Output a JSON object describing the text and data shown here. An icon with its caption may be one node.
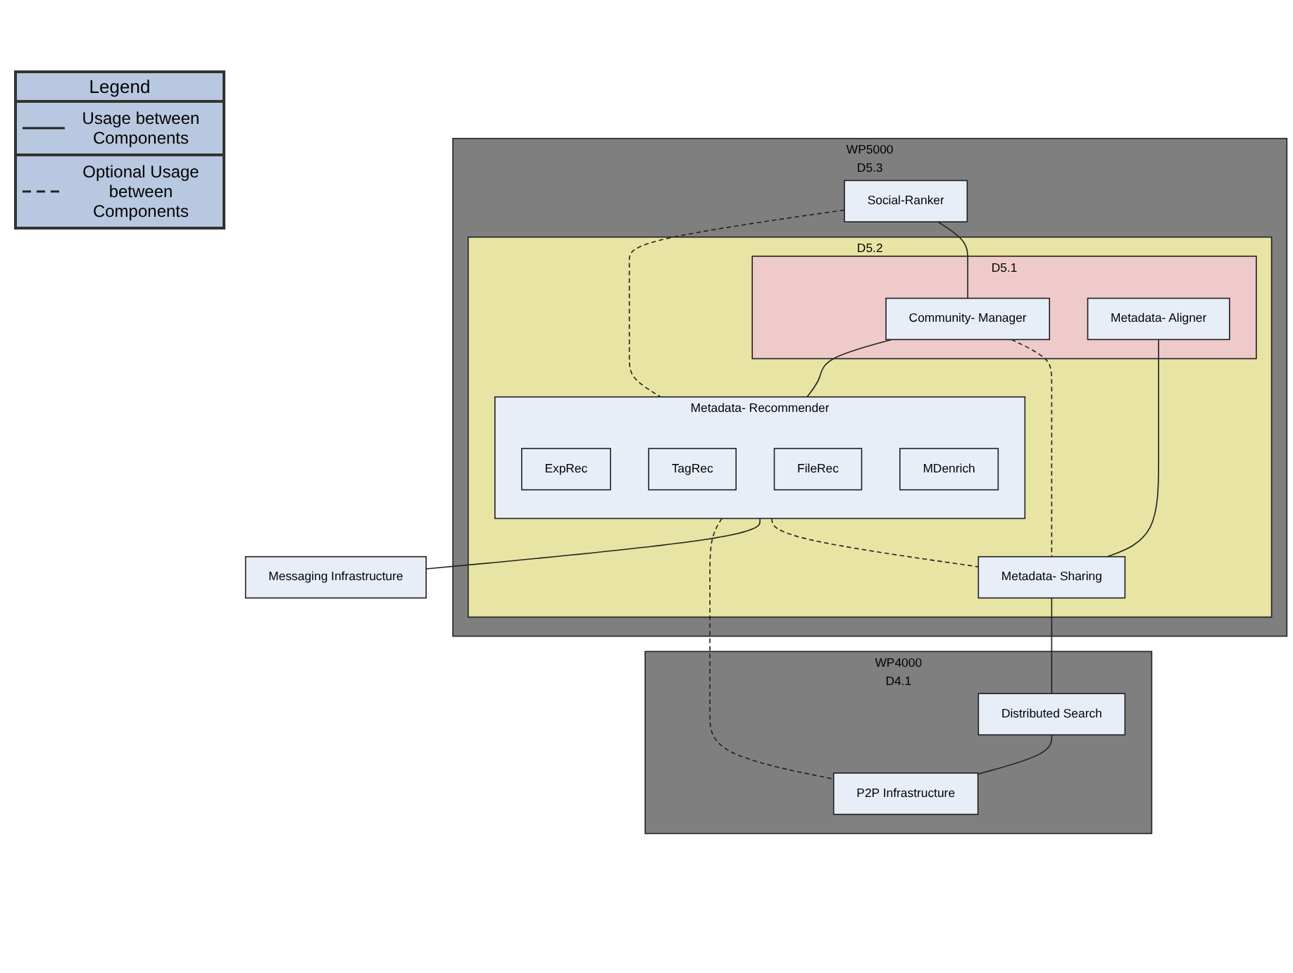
{
  "diagram": {
    "nodes": [
      {
        "text": [
          "WP5000",
          "D5.3"
        ]
      },
      {
        "text": [
          "Social-Ranker"
        ],
        "in": 0
      },
      {
        "text": [
          "D5.2"
        ],
        "in": 0
      },
      {
        "text": [
          "D5.1"
        ],
        "in": 2
      },
      {
        "text": [
          "Community- Manager"
        ],
        "in": 3
      },
      {
        "text": [
          "Metadata- Aligner"
        ],
        "in": 3
      },
      {
        "text": [
          "Metadata- Recommender"
        ],
        "in": 2
      },
      {
        "text": [
          "ExpRec"
        ],
        "in": 6
      },
      {
        "text": [
          "TagRec"
        ],
        "in": 6
      },
      {
        "text": [
          "FileRec"
        ],
        "in": 6
      },
      {
        "text": [
          "MDenrich"
        ],
        "in": 6
      },
      {
        "text": [
          "Metadata- Sharing"
        ],
        "in": 2
      },
      {
        "text": [
          "WP4000",
          "D4.1"
        ]
      },
      {
        "text": [
          "Distributed Search"
        ],
        "in": 12
      },
      {
        "text": [
          "P2P Infrastructure"
        ],
        "in": 12
      },
      {
        "text": [
          "Messaging Infrastructure"
        ]
      }
    ],
    "edges": [
      {
        "from": 1,
        "to": 4,
        "arrow": "none"
      },
      {
        "from": 1,
        "to": 6,
        "arrow": "none",
        "style": "dashed"
      },
      {
        "from": 4,
        "to": 6,
        "arrow": "none"
      },
      {
        "from": 4,
        "to": 11,
        "arrow": "none",
        "style": "dashed"
      },
      {
        "from": 5,
        "to": 11,
        "arrow": "none"
      },
      {
        "from": 6,
        "to": 11,
        "arrow": "none",
        "style": "dashed"
      },
      {
        "from": 6,
        "to": 15,
        "arrow": "none"
      },
      {
        "from": 6,
        "to": 14,
        "arrow": "none",
        "style": "dashed"
      },
      {
        "from": 11,
        "to": 13,
        "arrow": "none"
      },
      {
        "from": 13,
        "to": 14,
        "arrow": "none"
      }
    ],
    "labels": [
      "Legend"
    ],
    "legend": [
      {
        "text": "Usage between Components"
      },
      {
        "text": "Optional Usage between Components"
      }
    ]
  }
}
